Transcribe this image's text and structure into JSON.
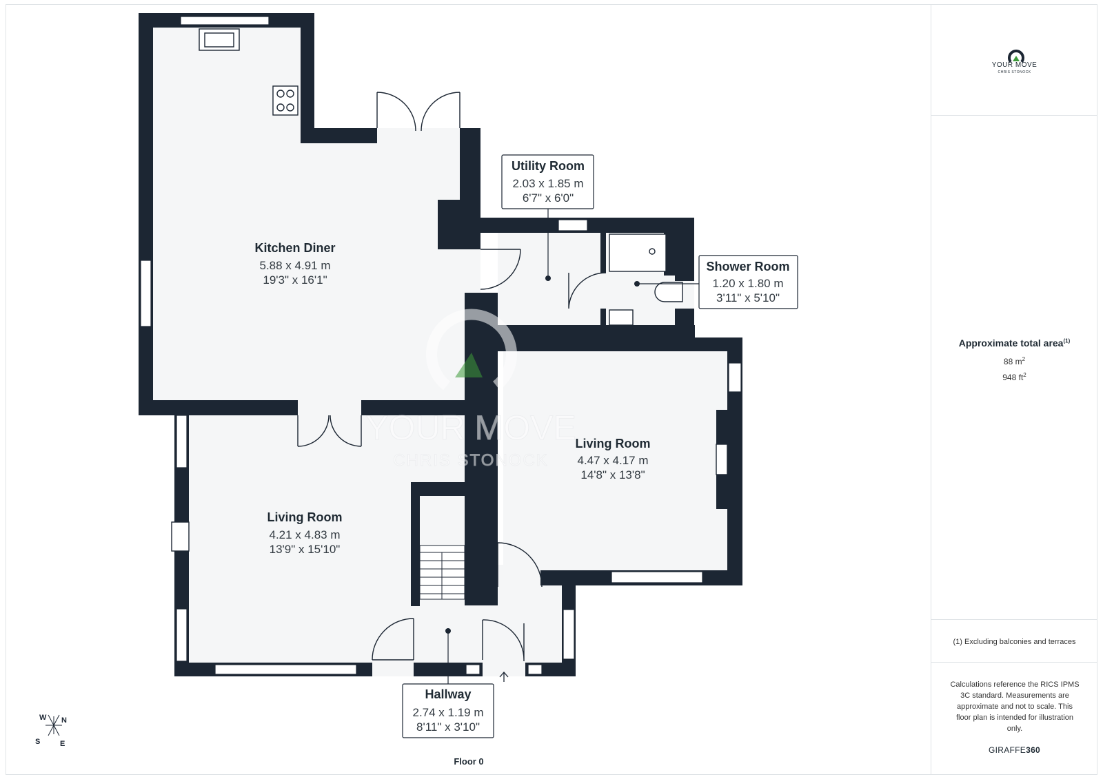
{
  "floor_label": "Floor 0",
  "rooms": {
    "kitchen": {
      "name": "Kitchen Diner",
      "metric": "5.88 x 4.91 m",
      "imperial": "19'3\" x 16'1\""
    },
    "utility": {
      "name": "Utility Room",
      "metric": "2.03 x 1.85 m",
      "imperial": "6'7\" x 6'0\""
    },
    "shower": {
      "name": "Shower Room",
      "metric": "1.20 x 1.80 m",
      "imperial": "3'11\" x 5'10\""
    },
    "living_left": {
      "name": "Living Room",
      "metric": "4.21 x 4.83 m",
      "imperial": "13'9\" x 15'10\""
    },
    "living_right": {
      "name": "Living Room",
      "metric": "4.47 x 4.17 m",
      "imperial": "14'8\" x 13'8\""
    },
    "hallway": {
      "name": "Hallway",
      "metric": "2.74 x 1.19 m",
      "imperial": "8'11\" x 3'10\""
    }
  },
  "watermark": {
    "line1": "YOUR MOVE",
    "line2": "CHRIS STONOCK"
  },
  "compass": {
    "w": "W",
    "n": "N",
    "s": "S",
    "e": "E"
  },
  "sidebar": {
    "brand_name": "YOUR MOVE",
    "brand_sub": "CHRIS STONOCK",
    "area_title": "Approximate total area",
    "area_title_sup": "(1)",
    "area_m2": "88 m",
    "area_ft2": "948 ft",
    "footnote": "(1) Excluding balconies and terraces",
    "disclaimer": "Calculations reference the RICS IPMS 3C standard. Measurements are approximate and not to scale. This floor plan is intended for illustration only.",
    "credit_prefix": "GIRAFFE",
    "credit_suffix": "360"
  },
  "colors": {
    "wall": "#1c2633",
    "floor": "#f5f6f7",
    "accent": "#3d9a3a"
  }
}
